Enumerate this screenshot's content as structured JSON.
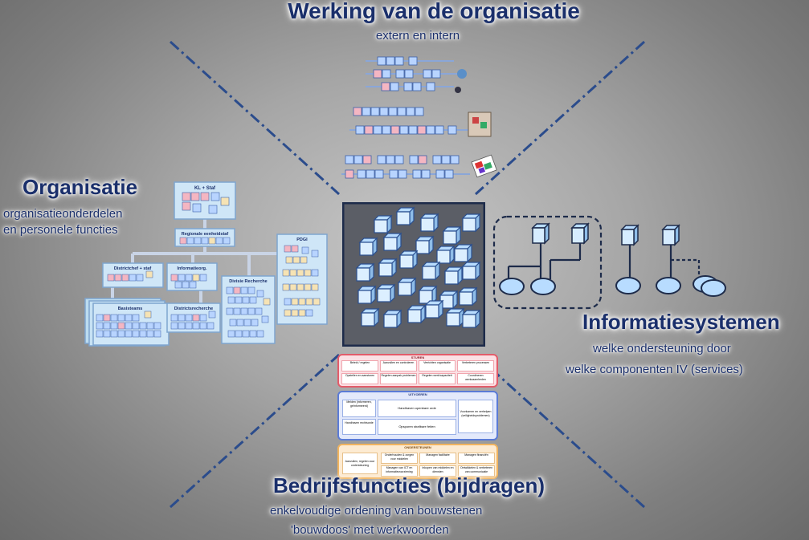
{
  "quadrants": {
    "top": {
      "title": "Werking van de organisatie",
      "subtitle": "extern en intern"
    },
    "left": {
      "title": "Organisatie",
      "subtitle_line1": "organisatieonderdelen",
      "subtitle_line2": "en personele functies"
    },
    "right": {
      "title": "Informatiesystemen",
      "subtitle_line1": "welke ondersteuning door",
      "subtitle_line2": "welke componenten IV (services)"
    },
    "bottom": {
      "title": "Bedrijfsfuncties (bijdragen)",
      "subtitle_line1": "enkelvoudige ordening van bouwstenen",
      "subtitle_line2": "'bouwdoos' met werkwoorden"
    }
  },
  "org_chart": {
    "top_box": "KL + Staf",
    "level2": "Regionale eenheidstaf",
    "level3": [
      "Districtchef + staf",
      "Informatieorg.",
      "Divisie Recherche"
    ],
    "side_box": "PDGI",
    "level4": [
      "Basisteams",
      "Districtsrecherche"
    ]
  },
  "functions_panel": {
    "sturen": {
      "header": "STUREN",
      "cells": [
        "Beleid / regelen",
        "Aanvullen en controleren",
        "Verrichten organisatie",
        "Verbeteren processen",
        "Opstellen en aansturen",
        "Regelen aanpak problemen",
        "Regelen werk/capaciteit",
        "Coordineren werkzaamheden"
      ]
    },
    "uitvoeren": {
      "header": "UITVOEREN",
      "cells": [
        "Melden (informeren, geïnformeerd)",
        "Handhaven openbare orde",
        "Voorkomen en verhelpen (veiligheidsproblemen)",
        "Handhaven rechtsorde",
        "Opsporen strafbare feiten"
      ]
    },
    "ondersteunen": {
      "header": "ONDERSTEUNEN",
      "cells": [
        "Aanvullen, regelen voor ondersteuning",
        "Onderhouden & zorgen voor middelen",
        "Managen facilitaire",
        "Managen financiën",
        "Managen van ICT en informatievoorziening",
        "Inkopen van middelen en diensten",
        "Ontwikkelen & verbeteren van communicatie"
      ]
    }
  },
  "colors": {
    "title": "#1a2f6b",
    "diagonal": "#2b4c8c",
    "cube": "#b8dcff",
    "pink": "#f4b6c2",
    "panel_red": "#e25c6a",
    "panel_blue": "#5b7bd6",
    "panel_orange": "#f1b45f"
  }
}
